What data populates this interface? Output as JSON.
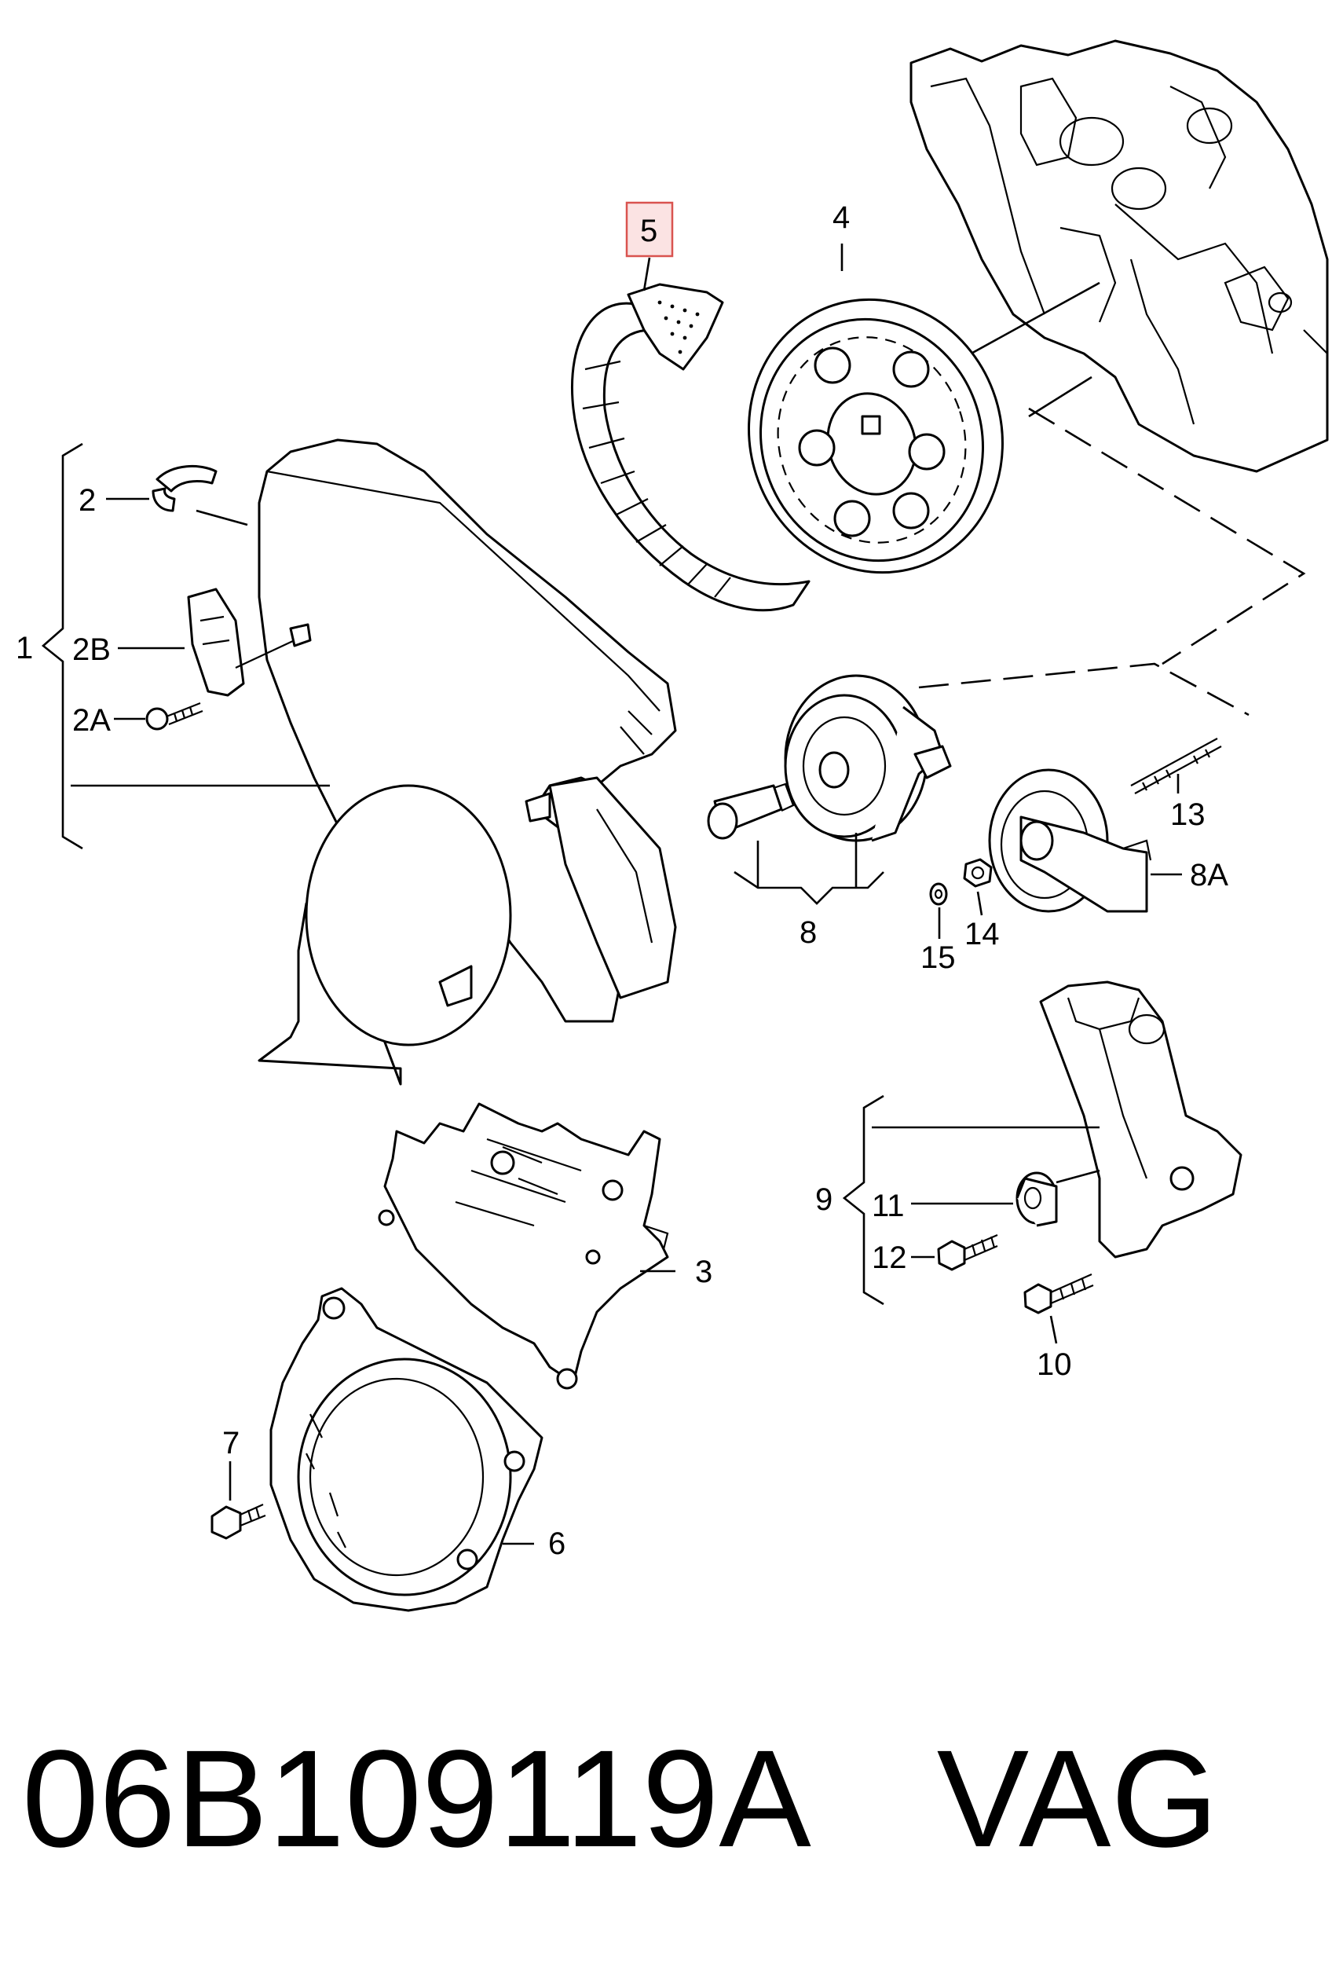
{
  "labels": {
    "l1": "1",
    "l2": "2",
    "l2a": "2A",
    "l2b": "2B",
    "l3": "3",
    "l4": "4",
    "l5": "5",
    "l6": "6",
    "l7": "7",
    "l8": "8",
    "l8a": "8A",
    "l9": "9",
    "l10": "10",
    "l11": "11",
    "l12": "12",
    "l13": "13",
    "l14": "14",
    "l15": "15"
  },
  "highlight": {
    "label": "5",
    "border_color": "#d9534f",
    "fill_color": "#fbe3e3"
  },
  "footer": {
    "part_number": "06B109119A",
    "brand": "VAG"
  }
}
